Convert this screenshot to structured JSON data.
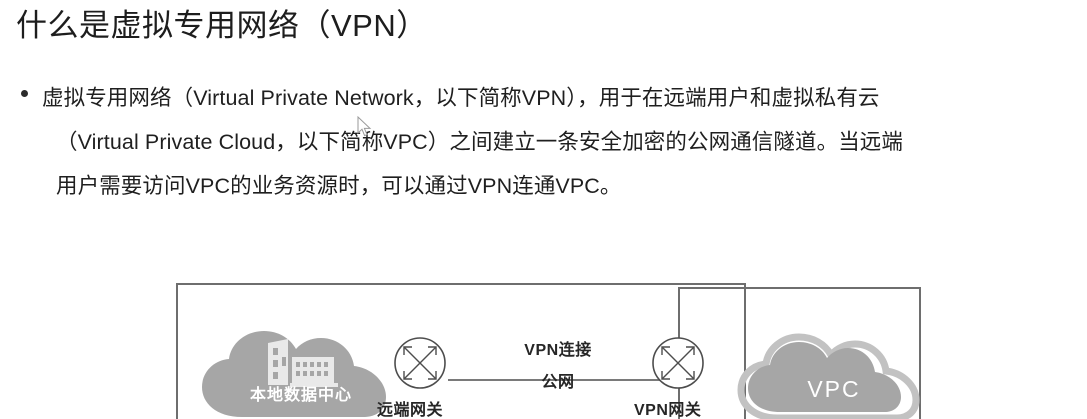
{
  "slide": {
    "title": "什么是虚拟专用网络（VPN）",
    "background_color": "#ffffff"
  },
  "body": {
    "bullet_marker": "bullet-dot",
    "lines": [
      "虚拟专用网络（Virtual Private Network，以下简称VPN），用于在远端用户和虚拟私有云",
      "（Virtual Private Cloud，以下简称VPC）之间建立一条安全加密的公网通信隧道。当远端",
      "用户需要访问VPC的业务资源时，可以通过VPN连通VPC。"
    ]
  },
  "diagram": {
    "local_site": {
      "cloud_label": "本地数据中心",
      "cloud_color": "#a6a6a6",
      "icon": "building-icon"
    },
    "cloud_site": {
      "cloud_label": "VPC",
      "cloud_color": "#a6a6a6",
      "outline_color": "#bfbfbf"
    },
    "gateways": [
      {
        "label": "远端网关",
        "icon": "router-icon"
      },
      {
        "label": "VPN网关",
        "icon": "router-icon"
      }
    ],
    "link": {
      "label_top": "VPN连接",
      "label_bottom": "公网",
      "line_color": "#7a7a7a"
    },
    "box_border_color": "#6e6e6e"
  },
  "cursor": {
    "icon": "mouse-pointer-icon"
  }
}
